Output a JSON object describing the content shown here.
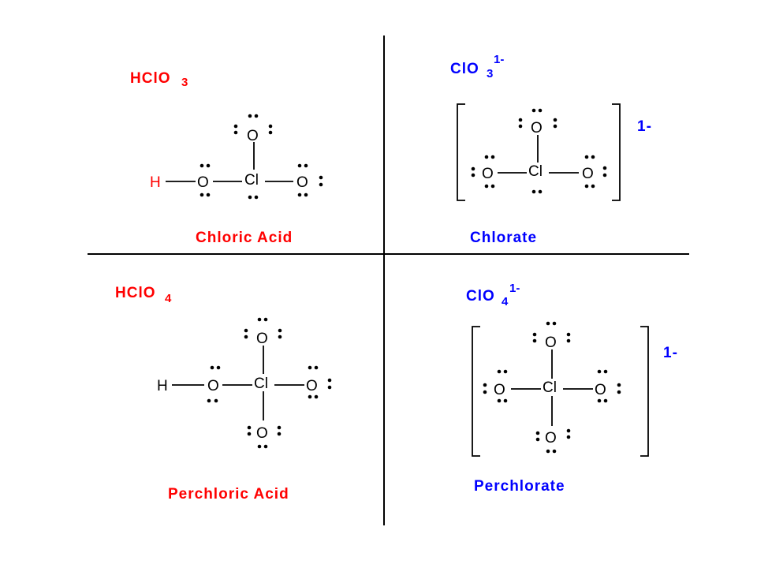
{
  "colors": {
    "acid": "#ff0000",
    "ion": "#0000ff",
    "ink": "#000000"
  },
  "quadrants": {
    "chloric_acid": {
      "formula": "HClO",
      "subscript": "3",
      "name": "Chloric Acid",
      "atoms": {
        "h": "H",
        "oh": "O",
        "cl": "Cl",
        "top": "O",
        "right": "O"
      }
    },
    "chlorate": {
      "formula": "ClO",
      "subscript": "3",
      "superscript": "1-",
      "name": "Chlorate",
      "charge": "1-",
      "atoms": {
        "left": "O",
        "cl": "Cl",
        "top": "O",
        "right": "O"
      }
    },
    "perchloric_acid": {
      "formula": "HClO",
      "subscript": "4",
      "name": "Perchloric Acid",
      "atoms": {
        "h": "H",
        "oh": "O",
        "cl": "Cl",
        "top": "O",
        "right": "O",
        "bottom": "O"
      }
    },
    "perchlorate": {
      "formula": "ClO",
      "subscript": "4",
      "superscript": "1-",
      "name": "Perchlorate",
      "charge": "1-",
      "atoms": {
        "left": "O",
        "cl": "Cl",
        "top": "O",
        "right": "O",
        "bottom": "O"
      }
    }
  }
}
